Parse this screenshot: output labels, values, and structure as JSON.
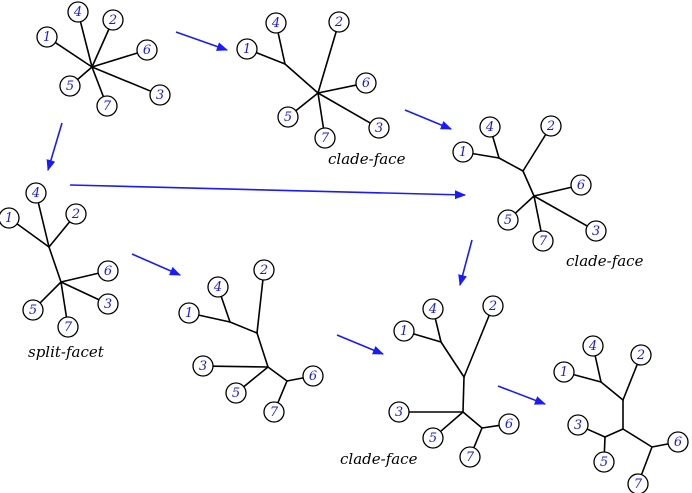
{
  "colors": {
    "edge": "#000000",
    "arrow": "#1a1aff",
    "label": "#1a1adc",
    "background": "#ffffff"
  },
  "captions": {
    "t1": "clade-face",
    "t2": "clade-face",
    "t3": "split-facet",
    "t5": "clade-face"
  },
  "trees": [
    {
      "id": "t0",
      "labels": [
        "1",
        "2",
        "3",
        "4",
        "5",
        "6",
        "7"
      ]
    },
    {
      "id": "t1",
      "labels": [
        "1",
        "2",
        "3",
        "4",
        "5",
        "6",
        "7"
      ]
    },
    {
      "id": "t2",
      "labels": [
        "1",
        "2",
        "3",
        "4",
        "5",
        "6",
        "7"
      ]
    },
    {
      "id": "t3",
      "labels": [
        "1",
        "2",
        "3",
        "4",
        "5",
        "6",
        "7"
      ]
    },
    {
      "id": "t4",
      "labels": [
        "1",
        "2",
        "3",
        "4",
        "5",
        "6",
        "7"
      ]
    },
    {
      "id": "t5",
      "labels": [
        "1",
        "2",
        "3",
        "4",
        "5",
        "6",
        "7"
      ]
    },
    {
      "id": "t6",
      "labels": [
        "1",
        "2",
        "3",
        "4",
        "5",
        "6",
        "7"
      ]
    }
  ]
}
